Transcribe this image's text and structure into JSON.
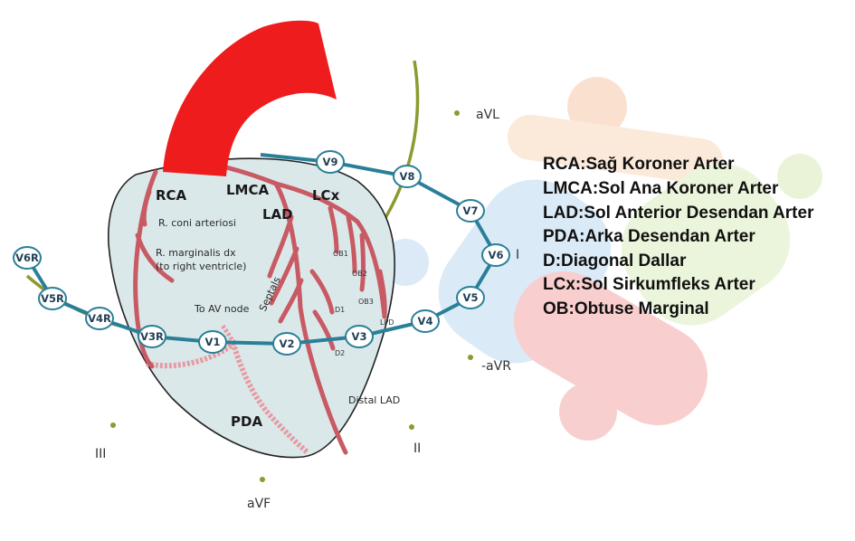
{
  "colors": {
    "aorta": "#ee1c1c",
    "artery": "#c85a64",
    "pda": "#e79aa2",
    "heart_fill": "#dbe8ea",
    "lead_wire": "#2a7f98",
    "limb_circle": "#8c9a2e",
    "legend_text": "#111111"
  },
  "heart_labels": {
    "rca": "RCA",
    "lmca": "LMCA",
    "lcx": "LCx",
    "lad": "LAD",
    "coni": "R. coni arteriosi",
    "marginalis_1": "R. marginalis dx",
    "marginalis_2": "(to right ventricle)",
    "septals": "Septals",
    "av_node": "To AV node",
    "pda": "PDA",
    "distal_lad": "Distal LAD",
    "ob1": "OB1",
    "ob2": "OB2",
    "ob3": "OB3",
    "d1": "D1",
    "d2": "D2",
    "lpd": "LPD"
  },
  "leads": [
    "V6R",
    "V5R",
    "V4R",
    "V3R",
    "V1",
    "V2",
    "V3",
    "V4",
    "V5",
    "V6",
    "V7",
    "V8",
    "V9"
  ],
  "limb_leads": {
    "avl": "aVL",
    "i": "I",
    "minus_avr": "-aVR",
    "ii": "II",
    "avf": "aVF",
    "iii": "III"
  },
  "legend": [
    "RCA:Sağ Koroner Arter",
    "LMCA:Sol Ana Koroner Arter",
    "LAD:Sol Anterior Desendan Arter",
    "PDA:Arka Desendan Arter",
    "D:Diagonal Dallar",
    "LCx:Sol Sirkumfleks Arter",
    "OB:Obtuse Marginal"
  ]
}
